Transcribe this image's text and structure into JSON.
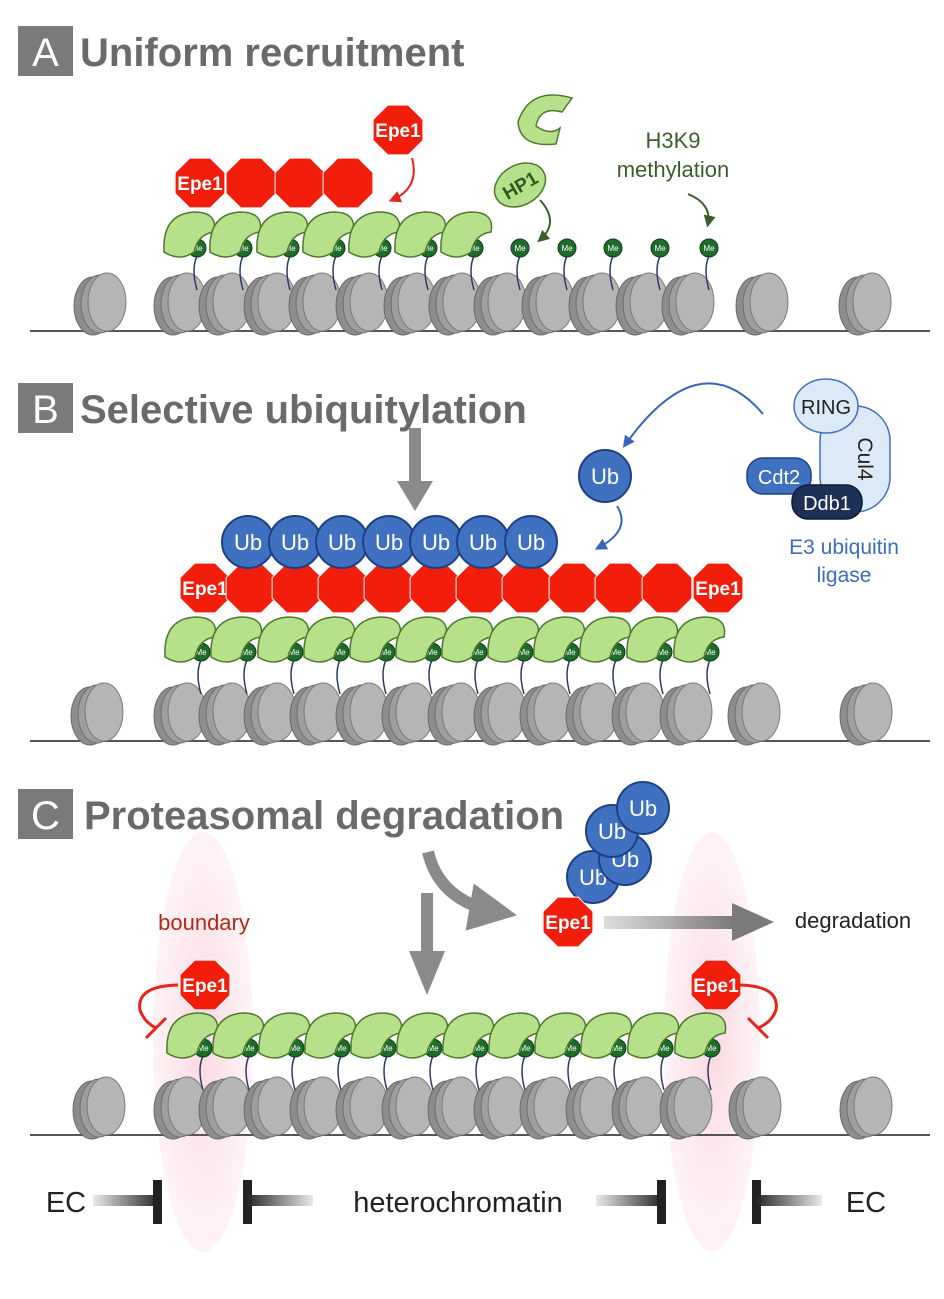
{
  "panels": [
    {
      "letter": "A",
      "title": "Uniform recruitment"
    },
    {
      "letter": "B",
      "title": "Selective ubiquitylation"
    },
    {
      "letter": "C",
      "title": "Proteasomal degradation"
    }
  ],
  "molecules": {
    "epe1": "Epe1",
    "hp1": "HP1",
    "ub": "Ub",
    "me": "Me",
    "ring": "RING",
    "cul4": "Cul4",
    "cdt2": "Cdt2",
    "ddb1": "Ddb1"
  },
  "labels": {
    "h3k9_line1": "H3K9",
    "h3k9_line2": "methylation",
    "e3_line1": "E3 ubiquitin",
    "e3_line2": "ligase",
    "degradation": "degradation",
    "boundary": "boundary",
    "ec_left": "EC",
    "heterochromatin": "heterochromatin",
    "ec_right": "EC"
  },
  "colors": {
    "epe1_red": "#f21d0b",
    "hp1_green": "#b6e08a",
    "hp1_stroke": "#4f7a2e",
    "me_green": "#1f6b2a",
    "ub_blue": "#3f71c0",
    "ub_stroke": "#1f3f86",
    "nucleosome_grey": "#9e9e9e",
    "title_grey": "#6a6a6a",
    "boundary_pink": "#fbe3ea"
  }
}
